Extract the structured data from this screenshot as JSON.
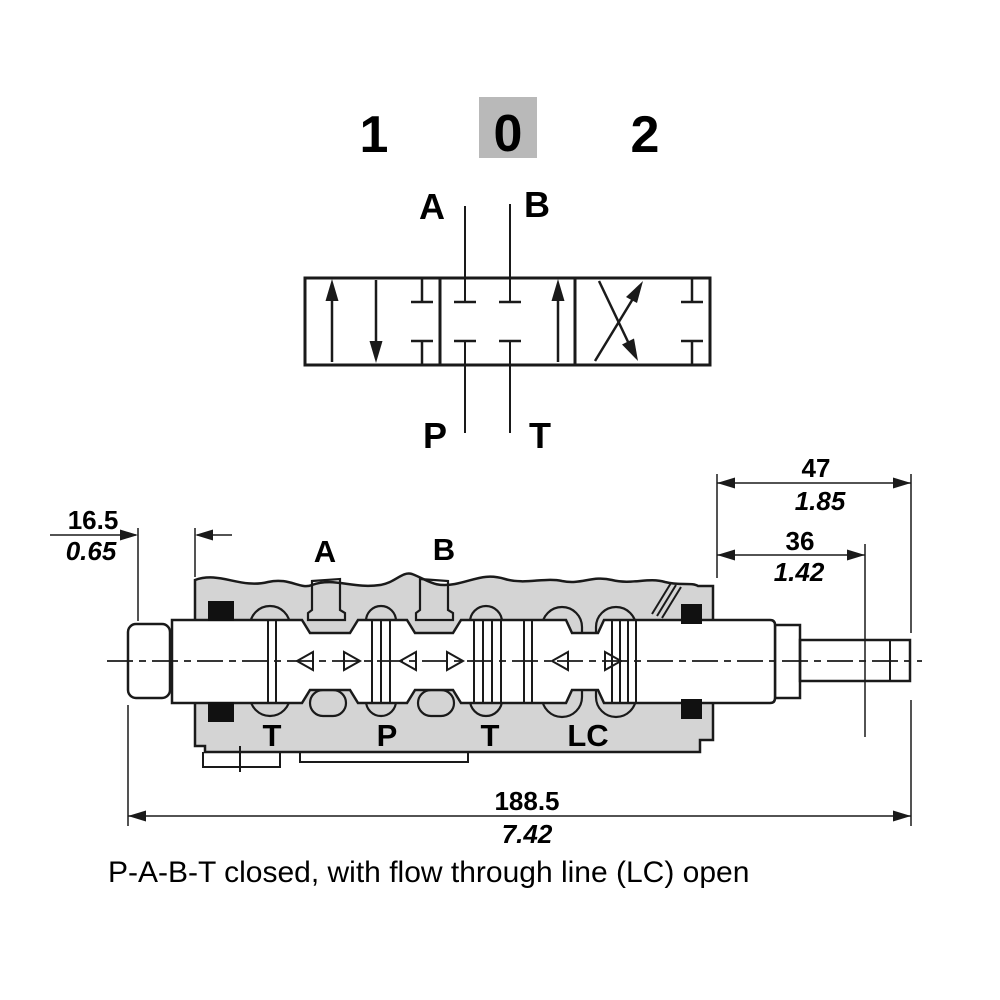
{
  "schematic": {
    "pos_left": "1",
    "pos_center": "0",
    "pos_right": "2",
    "port_a": "A",
    "port_b": "B",
    "port_p": "P",
    "port_t": "T"
  },
  "section": {
    "port_a": "A",
    "port_b": "B",
    "port_t1": "T",
    "port_p": "P",
    "port_t2": "T",
    "port_lc": "LC",
    "dim_left_mm": "16.5",
    "dim_left_in": "0.65",
    "dim_right_outer_mm": "47",
    "dim_right_outer_in": "1.85",
    "dim_right_inner_mm": "36",
    "dim_right_inner_in": "1.42",
    "dim_overall_mm": "188.5",
    "dim_overall_in": "7.42"
  },
  "caption": "P-A-B-T closed, with flow through line (LC) open",
  "colors": {
    "body_gray": "#d4d4d4",
    "cell_gray": "#d0d0d0",
    "badge_gray": "#b9b9b9",
    "line": "#1a1a1a",
    "seal": "#111111"
  }
}
